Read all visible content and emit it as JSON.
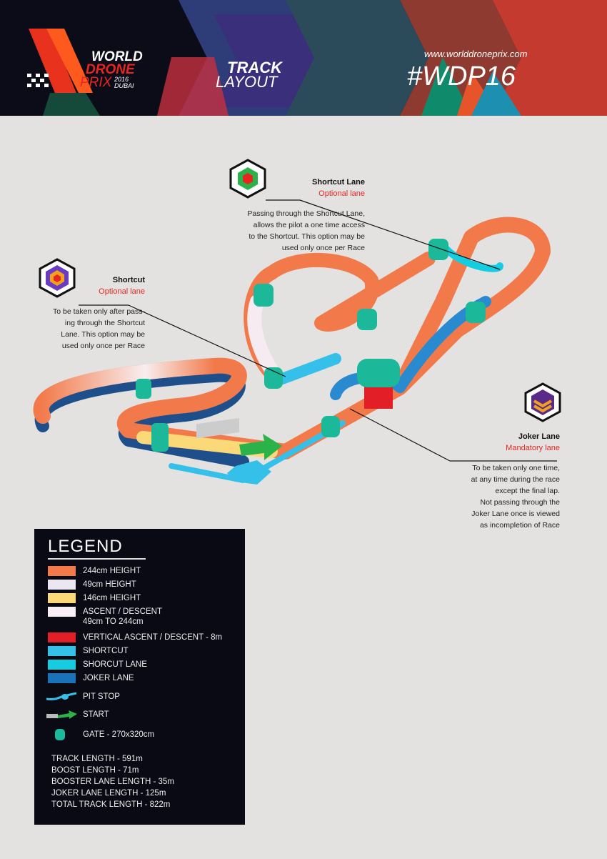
{
  "header": {
    "logo_line1": "WORLD",
    "logo_line2": "DRONE",
    "logo_line3": "PRIX",
    "logo_year": "2016",
    "logo_city": "DUBAI",
    "title_line1": "TRACK",
    "title_line2": "LAYOUT",
    "website": "www.worlddroneprix.com",
    "hashtag": "#WDP16"
  },
  "callouts": {
    "shortcut_lane": {
      "title": "Shortcut Lane",
      "subtitle": "Optional lane",
      "lines": [
        "Passing through the Shortcut Lane,",
        "allows the pilot a one time access",
        "to the Shortcut. This option may be",
        "used only once per Race"
      ]
    },
    "shortcut": {
      "title": "Shortcut",
      "subtitle": "Optional lane",
      "lines": [
        "To be taken only after pass-",
        "ing through the Shortcut",
        "Lane. This option may be",
        "used only once per Race"
      ]
    },
    "joker_lane": {
      "title": "Joker Lane",
      "subtitle": "Mandatory lane",
      "lines": [
        "To be taken only one time,",
        "at any time during the race",
        "except the final lap.",
        "Not passing through the",
        "Joker Lane once is viewed",
        "as incompletion of Race"
      ]
    }
  },
  "legend": {
    "title": "LEGEND",
    "items": [
      {
        "label": "244cm HEIGHT",
        "color": "#f27a4a"
      },
      {
        "label": "49cm HEIGHT",
        "color": "#ece6f0"
      },
      {
        "label": "146cm HEIGHT",
        "color": "#fbd978"
      },
      {
        "label": "ASCENT / DESCENT",
        "label2": "49cm TO 244cm",
        "color": "#f8f0f4"
      },
      {
        "label": "VERTICAL ASCENT / DESCENT  - 8m",
        "color": "#e21e26"
      },
      {
        "label": "SHORTCUT",
        "color": "#35c0ea"
      },
      {
        "label": "SHORCUT LANE",
        "color": "#14cde0"
      },
      {
        "label": "JOKER LANE",
        "color": "#1a72b8"
      },
      {
        "label": "PIT STOP",
        "icon": "pit-stop-icon"
      },
      {
        "label": "START",
        "icon": "start-arrow-icon"
      },
      {
        "label": "GATE - 270x320cm",
        "icon": "gate-icon"
      }
    ],
    "stats": [
      "TRACK LENGTH - 591m",
      "BOOST LENGTH - 71m",
      "BOOSTER LANE LENGTH - 35m",
      "JOKER LANE LENGTH - 125m",
      "TOTAL TRACK LENGTH - 822m"
    ]
  }
}
